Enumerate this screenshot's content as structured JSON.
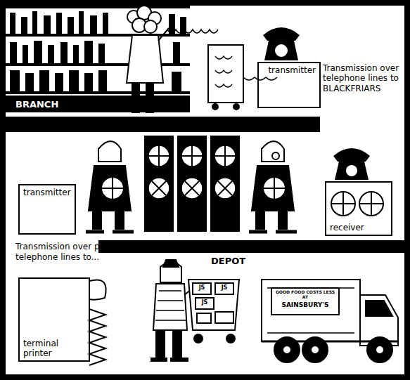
{
  "diagram": {
    "nodes": [
      {
        "text": [
          "transmitter"
        ]
      },
      {
        "text": [
          "transmitter"
        ]
      },
      {
        "text": [
          "receiver"
        ]
      },
      {
        "text": [
          "terminal printer"
        ]
      }
    ],
    "labels": [
      "BRANCH",
      "Transmission over telephone lines to BLACKFRIARS",
      "Transmission over private telephone lines to...",
      "DEPOT",
      "GOOD FOOD COSTS LESS AT",
      "SAINSBURY'S",
      "JS",
      "JS",
      "JS"
    ]
  }
}
